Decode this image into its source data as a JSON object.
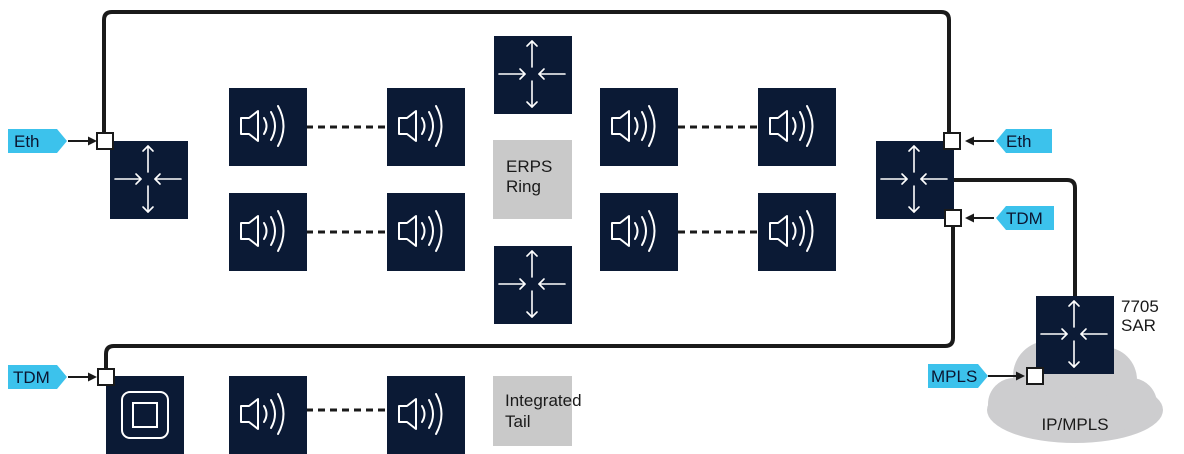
{
  "diagram": {
    "labels": {
      "eth_left": "Eth",
      "eth_right": "Eth",
      "tdm_right": "TDM",
      "tdm_left": "TDM",
      "mpls": "MPLS",
      "erps_line1": "ERPS",
      "erps_line2": "Ring",
      "tail_line1": "Integrated",
      "tail_line2": "Tail",
      "sar_line1": "7705",
      "sar_line2": "SAR",
      "cloud": "IP/MPLS"
    },
    "icons": {
      "switch": "switch-arrows-icon",
      "radio": "microwave-radio-icon",
      "terminal": "square-terminal-icon",
      "port": "port-square-icon",
      "cloud": "cloud-icon"
    },
    "colors": {
      "node": "#0b1a35",
      "tag": "#3cc2ec",
      "line": "#1a1a1a",
      "label_box": "#c9c9c9",
      "cloud": "#cdcdcf"
    }
  }
}
